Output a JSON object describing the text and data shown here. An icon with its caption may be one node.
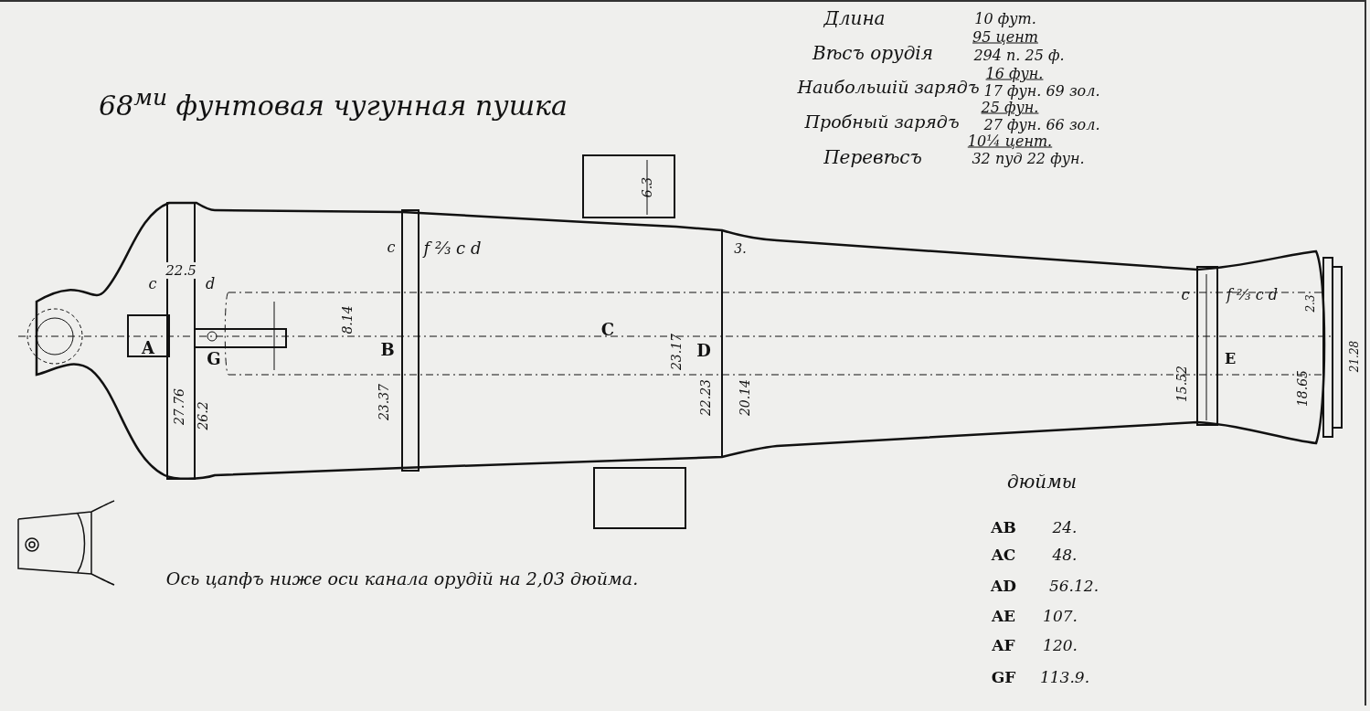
{
  "diagram": {
    "title": "68$^{ми}$ фунтовая чугунная пушка",
    "labels": [
      "Длина",
      "10 фут.",
      "Вѣсъ орудія",
      "95 цент",
      "294 п. 25 ф.",
      "Наибольшій зарядъ",
      "16 фун.",
      "17 фун. 69 зол.",
      "Пробный зарядъ",
      "25 фун.",
      "27 фун. 66 зол.",
      "Перевѣсъ",
      "10¼ цент.",
      "32 пуд 22 фун.",
      "c",
      "22.5",
      "d",
      "A",
      "G",
      "27.76",
      "26.2",
      "8.14",
      "B",
      "23.37",
      "c",
      "f ⅔ c d",
      "6.3",
      "C",
      "23.17",
      "D",
      "22.23",
      "20.14",
      "3.",
      "c",
      "f ⅔ c d",
      "E",
      "15.52",
      "18.65",
      "2.3",
      "21.28",
      "дюймы",
      "AB",
      "24.",
      "AC",
      "48.",
      "AD",
      "56.12.",
      "AE",
      "107.",
      "AF",
      "120.",
      "GF",
      "113.9.",
      "Ось цапфъ ниже оси канала орудій на 2,03 дюйма."
    ]
  }
}
